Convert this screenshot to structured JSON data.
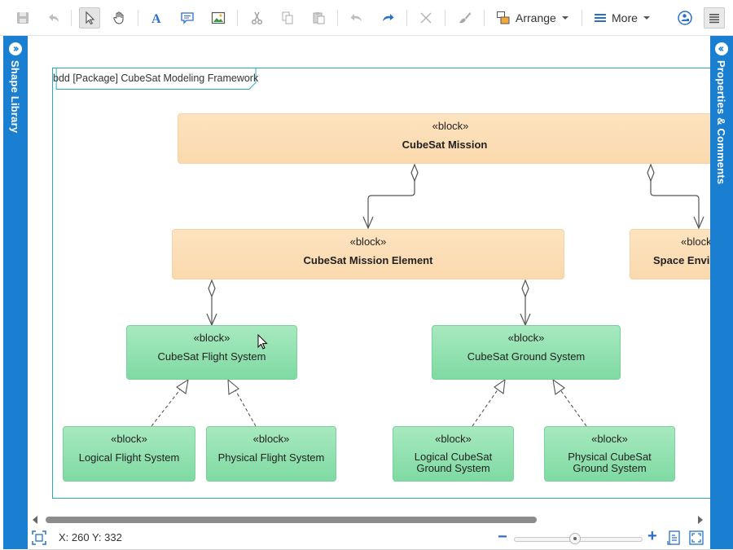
{
  "toolbar": {
    "arrange_label": "Arrange",
    "more_label": "More"
  },
  "left_panel": {
    "title": "Shape Library"
  },
  "right_panel": {
    "title": "Properties & Comments"
  },
  "diagram": {
    "frame_label": "bdd [Package] CubeSat Modeling Framework",
    "blocks": [
      {
        "stereotype": "«block»",
        "name": "CubeSat Mission",
        "color": "#fbd9ad"
      },
      {
        "stereotype": "«block»",
        "name": "CubeSat Mission Element",
        "color": "#fbd9ad"
      },
      {
        "stereotype": "«block",
        "name": "Space Envir",
        "color": "#fbd9ad"
      },
      {
        "stereotype": "«block»",
        "name": "CubeSat Flight System",
        "color": "#8fe0ae"
      },
      {
        "stereotype": "«block»",
        "name": "CubeSat Ground System",
        "color": "#8fe0ae"
      },
      {
        "stereotype": "«block»",
        "name": "Logical Flight System",
        "color": "#8fe0ae"
      },
      {
        "stereotype": "«block»",
        "name": "Physical Flight System",
        "color": "#8fe0ae"
      },
      {
        "stereotype": "«block»",
        "name_line1": "Logical CubeSat",
        "name_line2": "Ground System",
        "color": "#8fe0ae"
      },
      {
        "stereotype": "«block»",
        "name_line1": "Physical CubeSat",
        "name_line2": "Ground System",
        "color": "#8fe0ae"
      }
    ]
  },
  "status": {
    "coords": "X: 260 Y: 332",
    "zoom_minus": "−",
    "zoom_plus": "+"
  },
  "colors": {
    "panel_blue": "#1b7fd1",
    "frame_border": "#2aa9b9",
    "accent_blue": "#2a6fc9"
  }
}
